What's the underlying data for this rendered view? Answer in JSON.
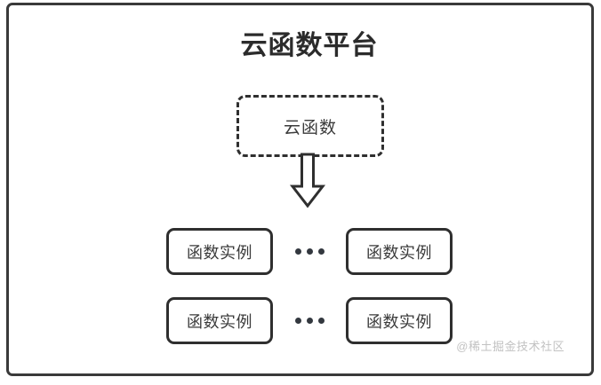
{
  "diagram": {
    "title": "云函数平台",
    "cloud_function": {
      "label": "云函数"
    },
    "arrow": {
      "icon": "down-arrow-icon"
    },
    "rows": [
      {
        "left_instance": "函数实例",
        "ellipsis": "•••",
        "right_instance": "函数实例"
      },
      {
        "left_instance": "函数实例",
        "ellipsis": "•••",
        "right_instance": "函数实例"
      }
    ],
    "watermark": "@稀土掘金技术社区",
    "colors": {
      "border": "#2f2f2f",
      "outer_border": "#3a3a3a",
      "text": "#3b3b3b",
      "title_text": "#2b2b2b",
      "background": "#ffffff",
      "watermark_text": "#c2c2c2",
      "dot": "#33383f"
    }
  }
}
